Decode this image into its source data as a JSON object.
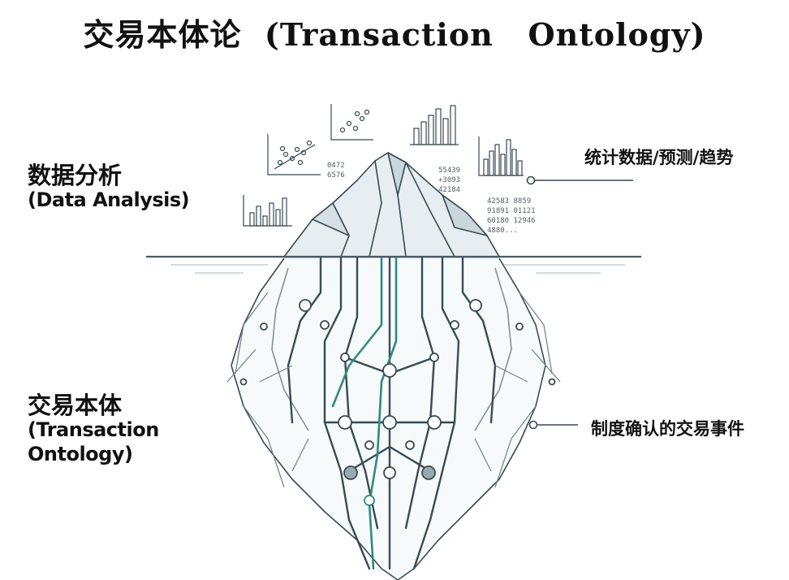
{
  "title": "交易本体论  (Transaction   Ontology)",
  "left_labels": {
    "data_analysis_zh": "数据分析",
    "data_analysis_en": "(Data Analysis)",
    "ontology_zh": "交易本体",
    "ontology_en_line1": "(Transaction",
    "ontology_en_line2": "Ontology)"
  },
  "right_labels": {
    "stats": "统计数据/预测/趋势",
    "events": "制度确认的交易事件"
  },
  "decor_numbers": {
    "block_a": [
      "0472",
      "6576"
    ],
    "block_b": [
      "55439",
      "+3093",
      "42184"
    ],
    "block_c": [
      "42583 8859",
      "91891 01121",
      "60180 12946",
      "4880..."
    ]
  },
  "colors": {
    "ink": "#3a4a52",
    "ice_top": "#c9d6dc",
    "ice_shadow": "#8fa3ab",
    "teal": "#2f8a80",
    "water": "#4a5a62"
  }
}
